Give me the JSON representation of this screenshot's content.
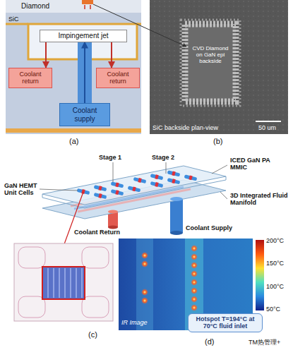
{
  "diagram": {
    "nodes": [
      {
        "text": [
          "Diamond"
        ]
      },
      {
        "text": [
          "Impingement jet"
        ]
      },
      {
        "text": [
          "Coolant return"
        ]
      },
      {
        "text": [
          "Coolant return"
        ]
      },
      {
        "text": [
          "Coolant supply"
        ]
      },
      {
        "text": [
          "CVD Diamond on GaN epi backside"
        ]
      },
      {
        "text": [
          "Hotspot T=194°C at 70°C fluid inlet"
        ]
      }
    ],
    "edges": [
      {
        "from": 4,
        "to": 1,
        "arrow": "to"
      },
      {
        "from": 1,
        "to": 2,
        "arrow": "to"
      },
      {
        "from": 1,
        "to": 3,
        "arrow": "to"
      }
    ],
    "labels": [
      "SiC",
      "(a)",
      "SiC backside plan-view",
      "50 um",
      "(b)",
      "Stage 1",
      "Stage 2",
      "ICED GaN PA MMIC",
      "GaN HEMT Unit Cells",
      "Coolant Return",
      "Coolant Supply",
      "3D Integrated Fluid Manifold",
      "(c)",
      "IR Image",
      "200°C",
      "150°C",
      "100°C",
      "50°C",
      "(d)",
      "TM热管理+"
    ]
  }
}
